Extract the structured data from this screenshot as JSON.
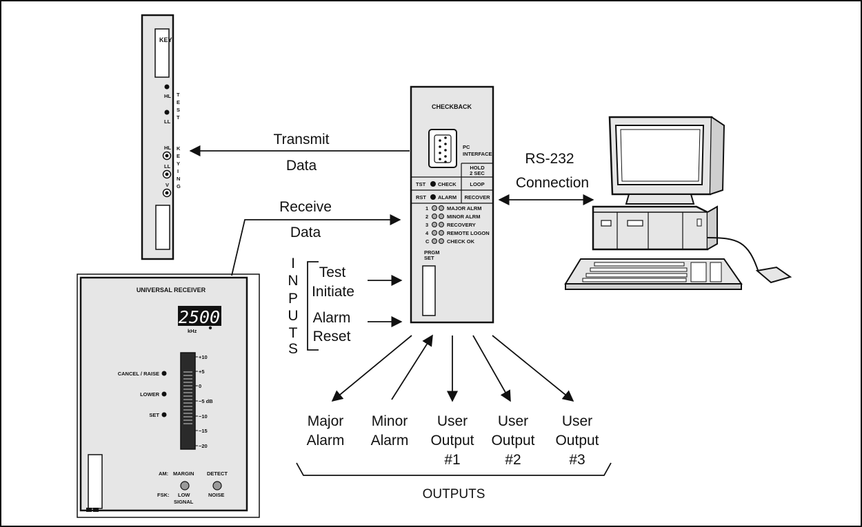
{
  "card": {
    "key": "KEY",
    "hl1": "HL",
    "ll1": "LL",
    "test": [
      "T",
      "E",
      "S",
      "T"
    ],
    "hl2": "HL",
    "ll2": "LL",
    "v": "V",
    "keying": [
      "K",
      "E",
      "Y",
      "I",
      "N",
      "G"
    ]
  },
  "checkback": {
    "title": "CHECKBACK",
    "pc_interface": [
      "PC",
      "INTERFACE"
    ],
    "hold": [
      "HOLD",
      "2 SEC"
    ],
    "tst": "TST",
    "check": "CHECK",
    "loop": "LOOP",
    "rst": "RST",
    "alarm": "ALARM",
    "recover": "RECOVER",
    "rows": [
      {
        "num": "1",
        "label": "MAJOR ALRM"
      },
      {
        "num": "2",
        "label": "MINOR ALRM"
      },
      {
        "num": "3",
        "label": "RECOVERY"
      },
      {
        "num": "4",
        "label": "REMOTE LOGON"
      },
      {
        "num": "C",
        "label": "CHECK OK"
      }
    ],
    "prgm": [
      "PRGM",
      "SET"
    ]
  },
  "receiver": {
    "title": "UNIVERSAL RECEIVER",
    "display": "2500",
    "unit": "kHz",
    "cancel_raise": "CANCEL / RAISE",
    "lower": "LOWER",
    "set": "SET",
    "scale": [
      "+10",
      "+5",
      "0",
      "−5 dB",
      "−10",
      "−15",
      "−20"
    ],
    "am": "AM:",
    "margin": "MARGIN",
    "detect": "DETECT",
    "fsk": "FSK:",
    "low_signal": [
      "LOW",
      "SIGNAL"
    ],
    "noise": "NOISE"
  },
  "labels": {
    "transmit": [
      "Transmit",
      "Data"
    ],
    "receive": [
      "Receive",
      "Data"
    ],
    "rs232": [
      "RS-232",
      "Connection"
    ],
    "inputs_letters": [
      "I",
      "N",
      "P",
      "U",
      "T",
      "S"
    ],
    "test_initiate": [
      "Test",
      "Initiate"
    ],
    "alarm_reset": [
      "Alarm",
      "Reset"
    ],
    "outputs": [
      [
        "Major",
        "Alarm"
      ],
      [
        "Minor",
        "Alarm"
      ],
      [
        "User",
        "Output",
        "#1"
      ],
      [
        "User",
        "Output",
        "#2"
      ],
      [
        "User",
        "Output",
        "#3"
      ]
    ],
    "outputs_caption": "OUTPUTS"
  }
}
